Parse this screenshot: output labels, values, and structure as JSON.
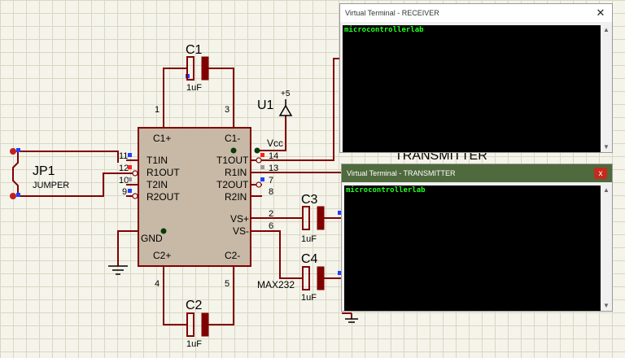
{
  "schematic": {
    "c1": {
      "ref": "C1",
      "value": "1uF"
    },
    "c2": {
      "ref": "C2",
      "value": "1uF"
    },
    "c3": {
      "ref": "C3",
      "value": "1uF"
    },
    "c4": {
      "ref": "C4",
      "value": "1uF"
    },
    "jp1": {
      "ref": "JP1",
      "value": "JUMPER"
    },
    "u1": {
      "ref": "U1",
      "part": "MAX232"
    },
    "power": {
      "label": "+5",
      "vcc": "Vcc"
    },
    "ic_labels": {
      "c1p": "C1+",
      "c1m": "C1-",
      "c2p": "C2+",
      "c2m": "C2-",
      "t1in": "T1IN",
      "r1out": "R1OUT",
      "t2in": "T2IN",
      "r2out": "R2OUT",
      "t1out": "T1OUT",
      "r1in": "R1IN",
      "t2out": "T2OUT",
      "r2in": "R2IN",
      "vsp": "VS+",
      "vsm": "VS-",
      "gnd": "GND"
    },
    "pins": {
      "p1": "1",
      "p3": "3",
      "p4": "4",
      "p5": "5",
      "p11": "11",
      "p12": "12",
      "p10": "10",
      "p9": "9",
      "p14": "14",
      "p13": "13",
      "p7": "7",
      "p8": "8",
      "p2": "2",
      "p6": "6"
    },
    "hidden_text": "TRANSMITTER"
  },
  "receiver": {
    "title": "Virtual Terminal - RECEIVER",
    "close": "✕",
    "text": "microcontrollerlab"
  },
  "transmitter": {
    "title": "Virtual Terminal - TRANSMITTER",
    "close": "x",
    "text": "microcontrollerlab"
  },
  "colors": {
    "wire": "#800000",
    "ic_fill": "#c8b9a6",
    "pin_blue": "#2040ff",
    "pin_red": "#ff2020",
    "terminal_bg": "#000000",
    "terminal_text": "#22ff22",
    "active_title": "#4f6a3d"
  }
}
